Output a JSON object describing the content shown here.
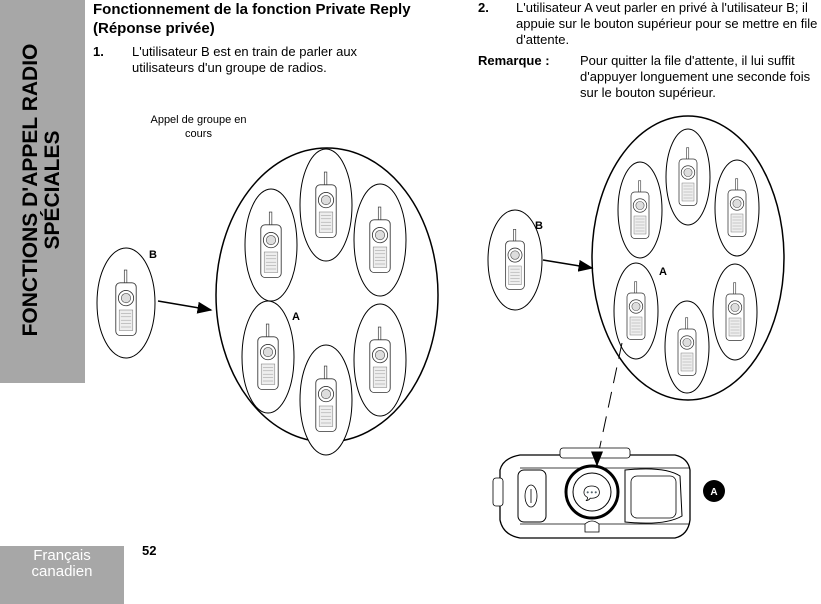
{
  "sidebar": {
    "title": "FONCTIONS D'APPEL RADIO\nSPÉCIALES",
    "language": "Français\ncanadien"
  },
  "page_number": "52",
  "heading": "Fonctionnement de la fonction Private Reply (Réponse privée)",
  "steps": [
    {
      "num": "1.",
      "text": "L'utilisateur B est en train de parler aux utilisateurs d'un groupe de radios."
    },
    {
      "num": "2.",
      "text": "L'utilisateur A veut parler en privé à l'utilisateur B; il appuie sur le bouton supérieur pour se mettre en file d'attente."
    }
  ],
  "note": {
    "label": "Remarque :",
    "text": "Pour quitter la file d'attente, il lui suffit d'appuyer longuement une seconde fois sur le bouton supérieur."
  },
  "figure1": {
    "caption": "Appel de groupe en cours",
    "label_b": "B",
    "label_a": "A"
  },
  "figure2": {
    "label_b": "B",
    "label_a": "A",
    "callout_a": "A"
  }
}
